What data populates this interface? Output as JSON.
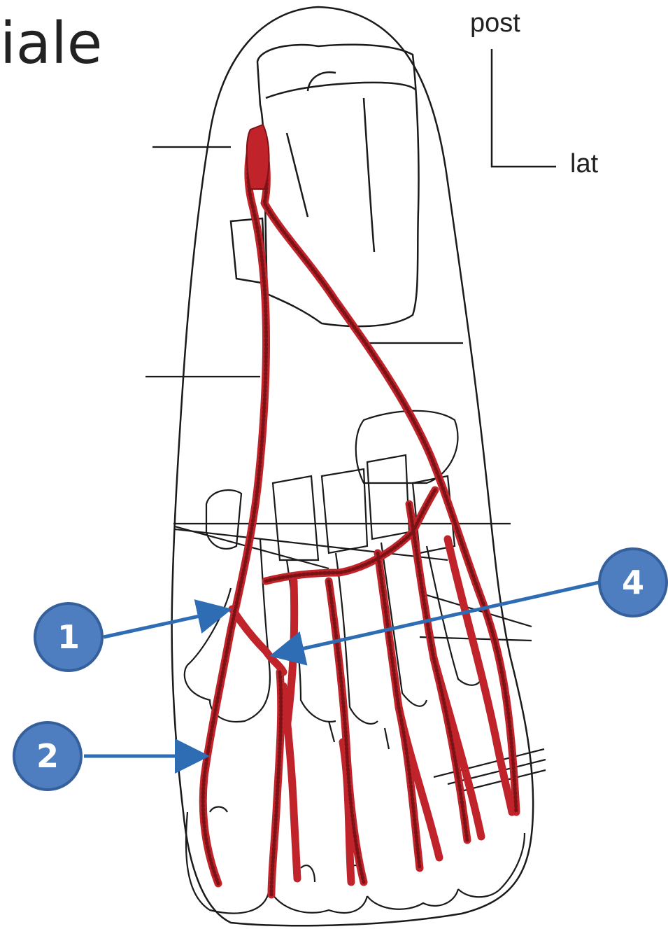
{
  "slide": {
    "title": "iale",
    "orientation": {
      "posterior": "post",
      "lateral": "lat"
    }
  },
  "callouts": [
    {
      "id": "1",
      "label": "1"
    },
    {
      "id": "2",
      "label": "2"
    },
    {
      "id": "4",
      "label": "4"
    }
  ],
  "colors": {
    "artery": "#c0242a",
    "artery_stripe": "#7a1216",
    "outline": "#1a1a1a",
    "callout_fill": "#4f7ec0",
    "callout_border": "#35609c",
    "arrow": "#2e6db3"
  }
}
